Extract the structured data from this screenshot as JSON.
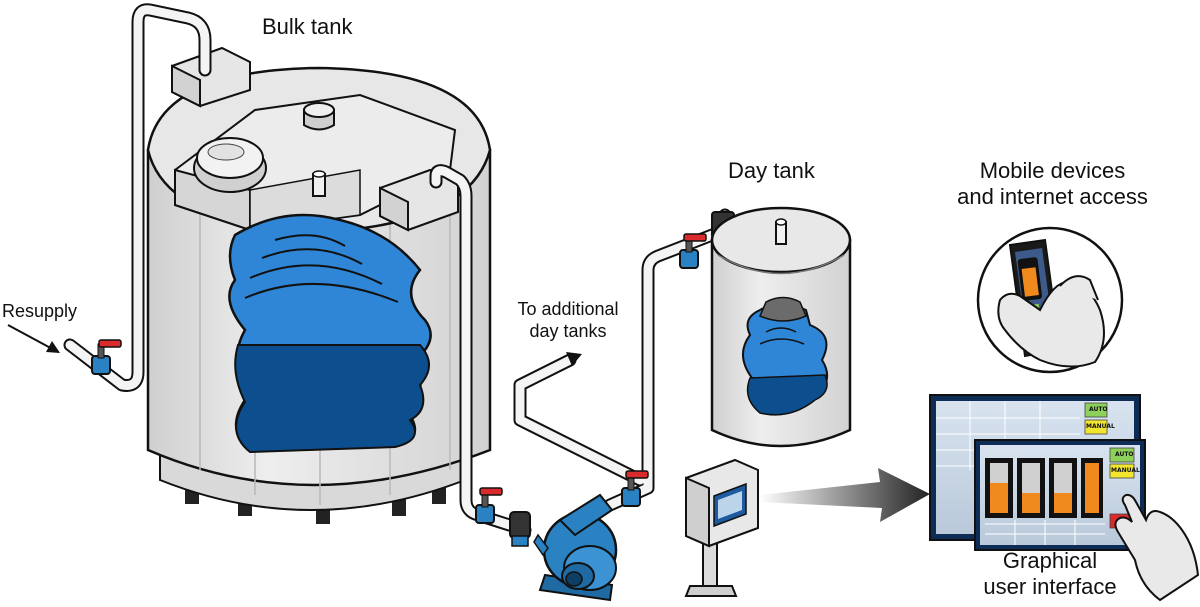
{
  "labels": {
    "bulk_tank": "Bulk tank",
    "day_tank": "Day tank",
    "mobile_line1": "Mobile devices",
    "mobile_line2": "and internet access",
    "resupply": "Resupply",
    "additional_line1": "To additional",
    "additional_line2": "day tanks",
    "gui_line1": "Graphical",
    "gui_line2": "user interface"
  },
  "hmi": {
    "auto_label": "AUTO",
    "manual_label": "MANUAL"
  },
  "colors": {
    "liquid_light": "#2f86d6",
    "liquid_dark": "#0d4f8e",
    "pump_blue": "#2a82c2",
    "valve_handle": "#d92b2b",
    "tank_body": "#e4e4e4",
    "pipe": "#f2f2f2",
    "auto_button": "#8dd15a",
    "manual_button": "#f2e52e",
    "level_orange": "#f08a1e"
  }
}
